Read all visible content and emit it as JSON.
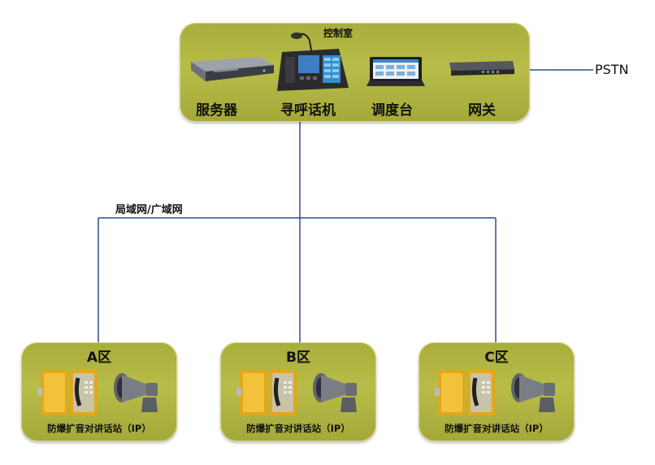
{
  "control_room": {
    "title": "控制室",
    "devices": [
      {
        "label": "服务器",
        "icon": "server-icon"
      },
      {
        "label": "寻呼话机",
        "icon": "paging-phone-icon"
      },
      {
        "label": "调度台",
        "icon": "dispatch-console-icon"
      },
      {
        "label": "网关",
        "icon": "gateway-icon"
      }
    ]
  },
  "network_label": "局域网/广域网",
  "pstn_label": "PSTN",
  "zones": [
    {
      "title": "A区",
      "subtitle": "防爆扩音对讲话站（IP）"
    },
    {
      "title": "B区",
      "subtitle": "防爆扩音对讲话站（IP）"
    },
    {
      "title": "C区",
      "subtitle": "防爆扩音对讲话站（IP）"
    }
  ],
  "colors": {
    "box": "#b1b543",
    "line": "#2e4f8f"
  }
}
